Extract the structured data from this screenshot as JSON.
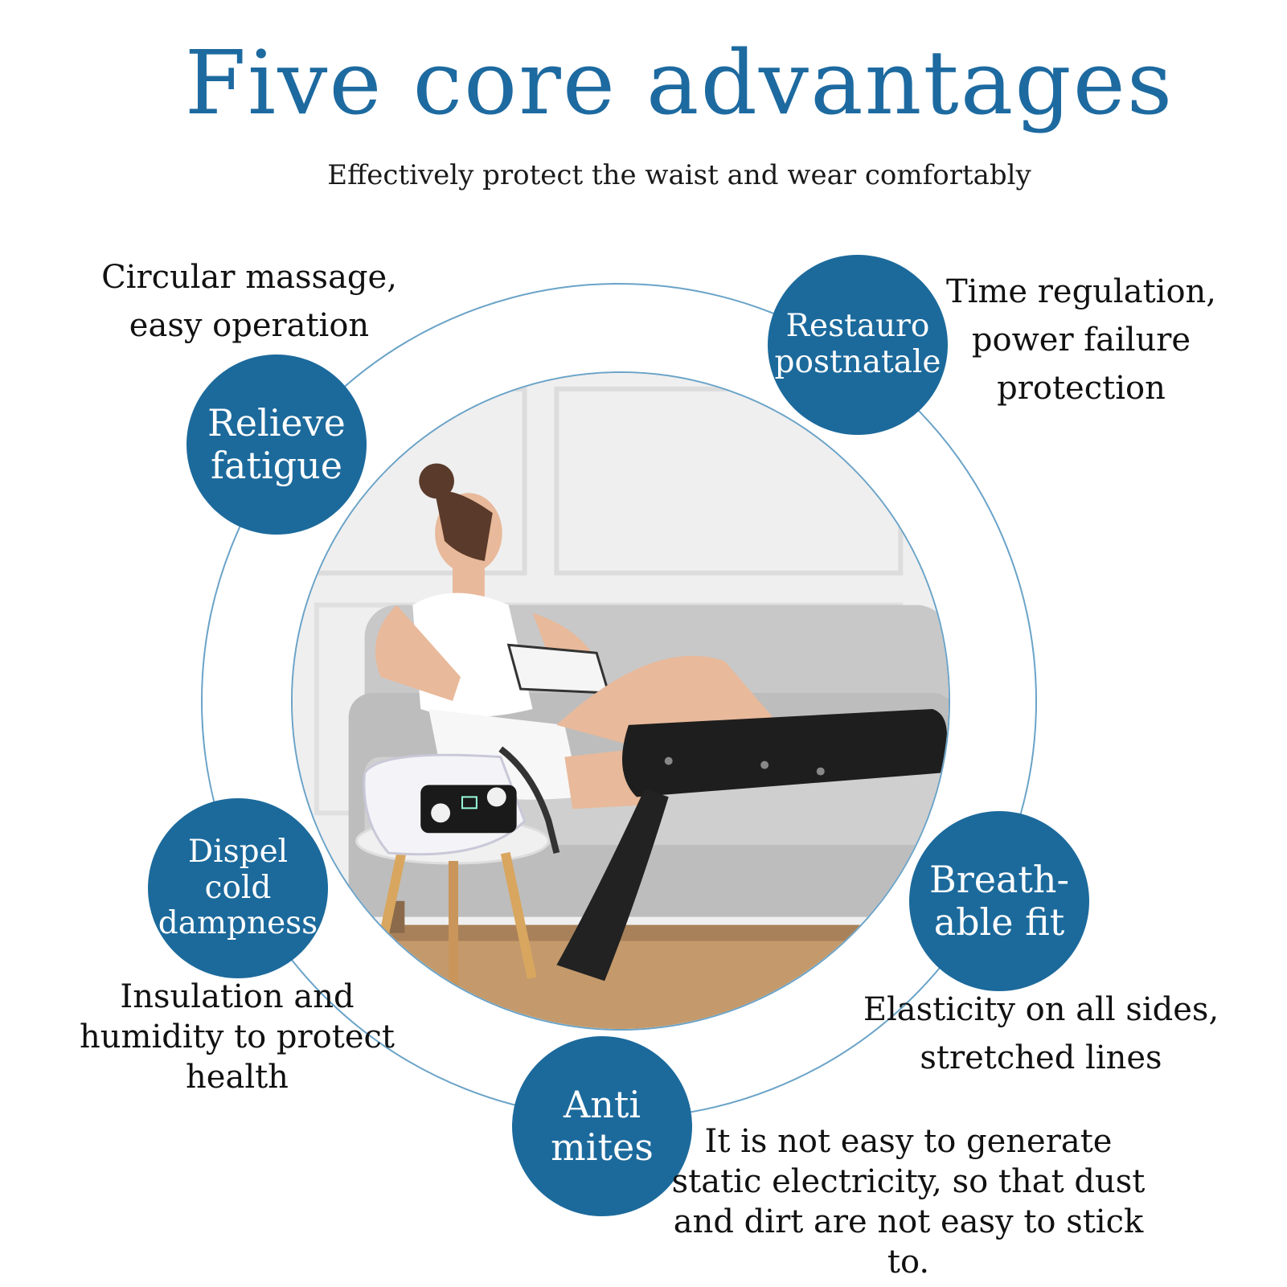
{
  "header": {
    "title": "Five core advantages",
    "subtitle": "Effectively protect the waist and wear comfortably"
  },
  "badges": {
    "relieve": "Relieve\nfatigue",
    "restauro": "Restauro\npostnatale",
    "dispel": "Dispel cold\ndampness",
    "breathable": "Breath-\nable fit",
    "anti": "Anti\nmites"
  },
  "captions": {
    "circular": "Circular massage,\neasy operation",
    "time": "Time regulation,\npower failure\nprotection",
    "insulation": "Insulation and\nhumidity to protect\nhealth",
    "elasticity": "Elasticity on all sides,\nstretched lines",
    "static": "It is not easy to generate\nstatic electricity, so that dust\nand dirt are not easy to stick to."
  },
  "colors": {
    "accent": "#1c6a9c",
    "ring": "#6aa3c8",
    "title": "#1d6aa0",
    "text": "#111111"
  },
  "photo": {
    "description_icon": "woman-on-sofa-with-compression-massager-image"
  }
}
